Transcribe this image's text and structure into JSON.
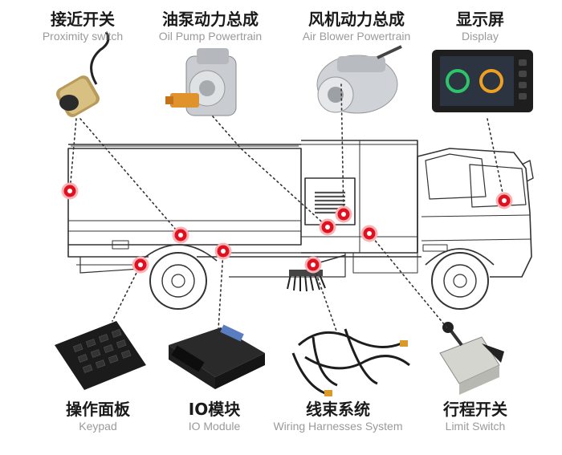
{
  "components": {
    "proximity_switch": {
      "cn": "接近开关",
      "en": "Proximity switch"
    },
    "oil_pump": {
      "cn": "油泵动力总成",
      "en": "Oil Pump Powertrain"
    },
    "air_blower": {
      "cn": "风机动力总成",
      "en": "Air Blower Powertrain"
    },
    "display": {
      "cn": "显示屏",
      "en": "Display"
    },
    "keypad": {
      "cn": "操作面板",
      "en": "Keypad"
    },
    "io_module": {
      "cn": "IO模块",
      "en": "IO Module"
    },
    "wiring": {
      "cn": "线束系统",
      "en": "Wiring Harnesses System"
    },
    "limit_switch": {
      "cn": "行程开关",
      "en": "Limit Switch"
    }
  },
  "colors": {
    "marker": "#e0101e",
    "line": "#333333",
    "label_cn": "#1a1a1a",
    "label_en": "#9a9a9a"
  }
}
